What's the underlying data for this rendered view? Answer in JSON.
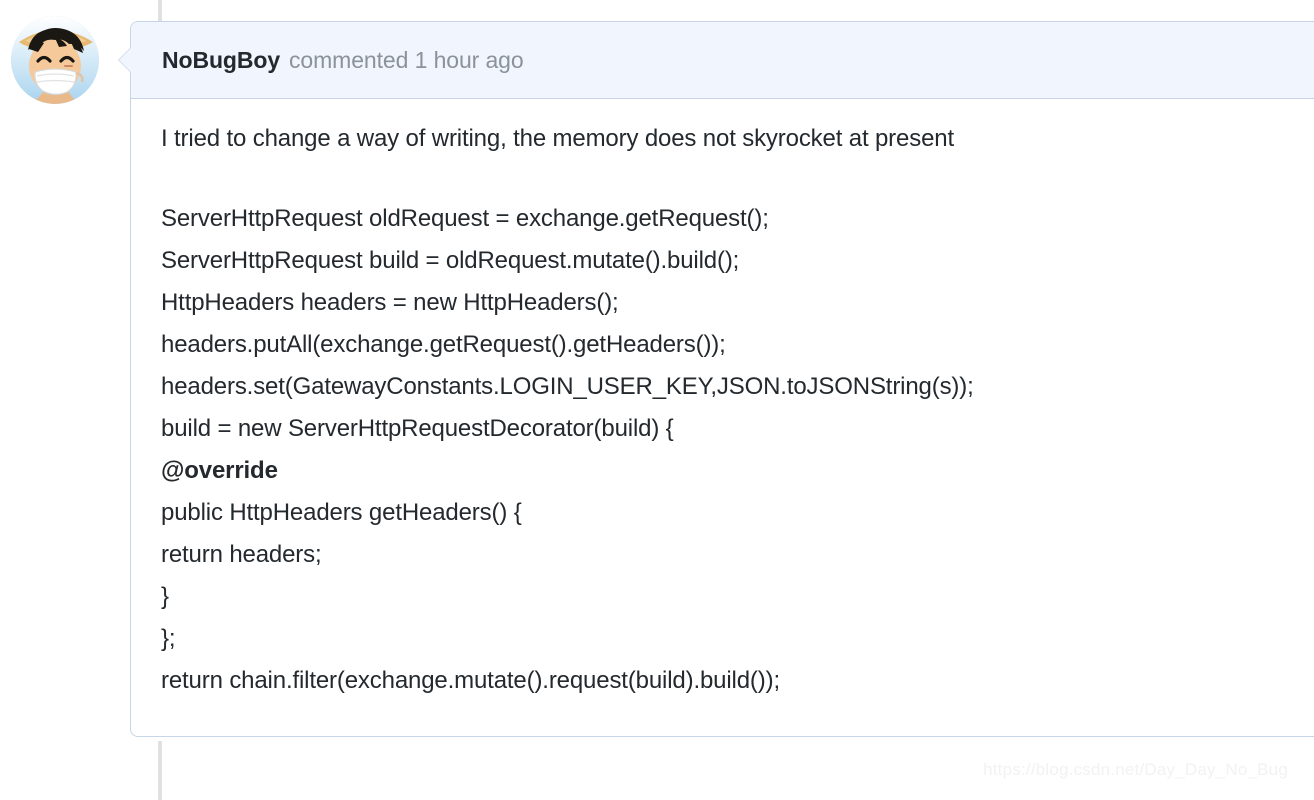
{
  "comment": {
    "author": "NoBugBoy",
    "meta": "commented 1 hour ago",
    "avatar_icon": "anime-avatar-masked-boy",
    "intro_paragraph": "I tried to change a way of writing, the memory does not skyrocket at present",
    "code_lines": [
      {
        "text": "ServerHttpRequest oldRequest = exchange.getRequest();",
        "bold": false
      },
      {
        "text": "ServerHttpRequest build = oldRequest.mutate().build();",
        "bold": false
      },
      {
        "text": "HttpHeaders headers = new HttpHeaders();",
        "bold": false
      },
      {
        "text": "headers.putAll(exchange.getRequest().getHeaders());",
        "bold": false
      },
      {
        "text": "headers.set(GatewayConstants.LOGIN_USER_KEY,JSON.toJSONString(s));",
        "bold": false
      },
      {
        "text": "build = new ServerHttpRequestDecorator(build) {",
        "bold": false
      },
      {
        "text": "@override",
        "bold": true
      },
      {
        "text": "public HttpHeaders getHeaders() {",
        "bold": false
      },
      {
        "text": "return headers;",
        "bold": false
      },
      {
        "text": "}",
        "bold": false
      },
      {
        "text": "};",
        "bold": false
      },
      {
        "text": "return chain.filter(exchange.mutate().request(build).build());",
        "bold": false
      }
    ]
  },
  "watermark": {
    "text": "https://blog.csdn.net/Day_Day_No_Bug"
  },
  "colors": {
    "header_background": "#f1f5fd",
    "border": "#c8d5e8",
    "timeline_rail": "#dfe2e5",
    "text_primary": "#24292e",
    "text_muted": "#8b929b",
    "watermark": "#f2f2f2"
  }
}
